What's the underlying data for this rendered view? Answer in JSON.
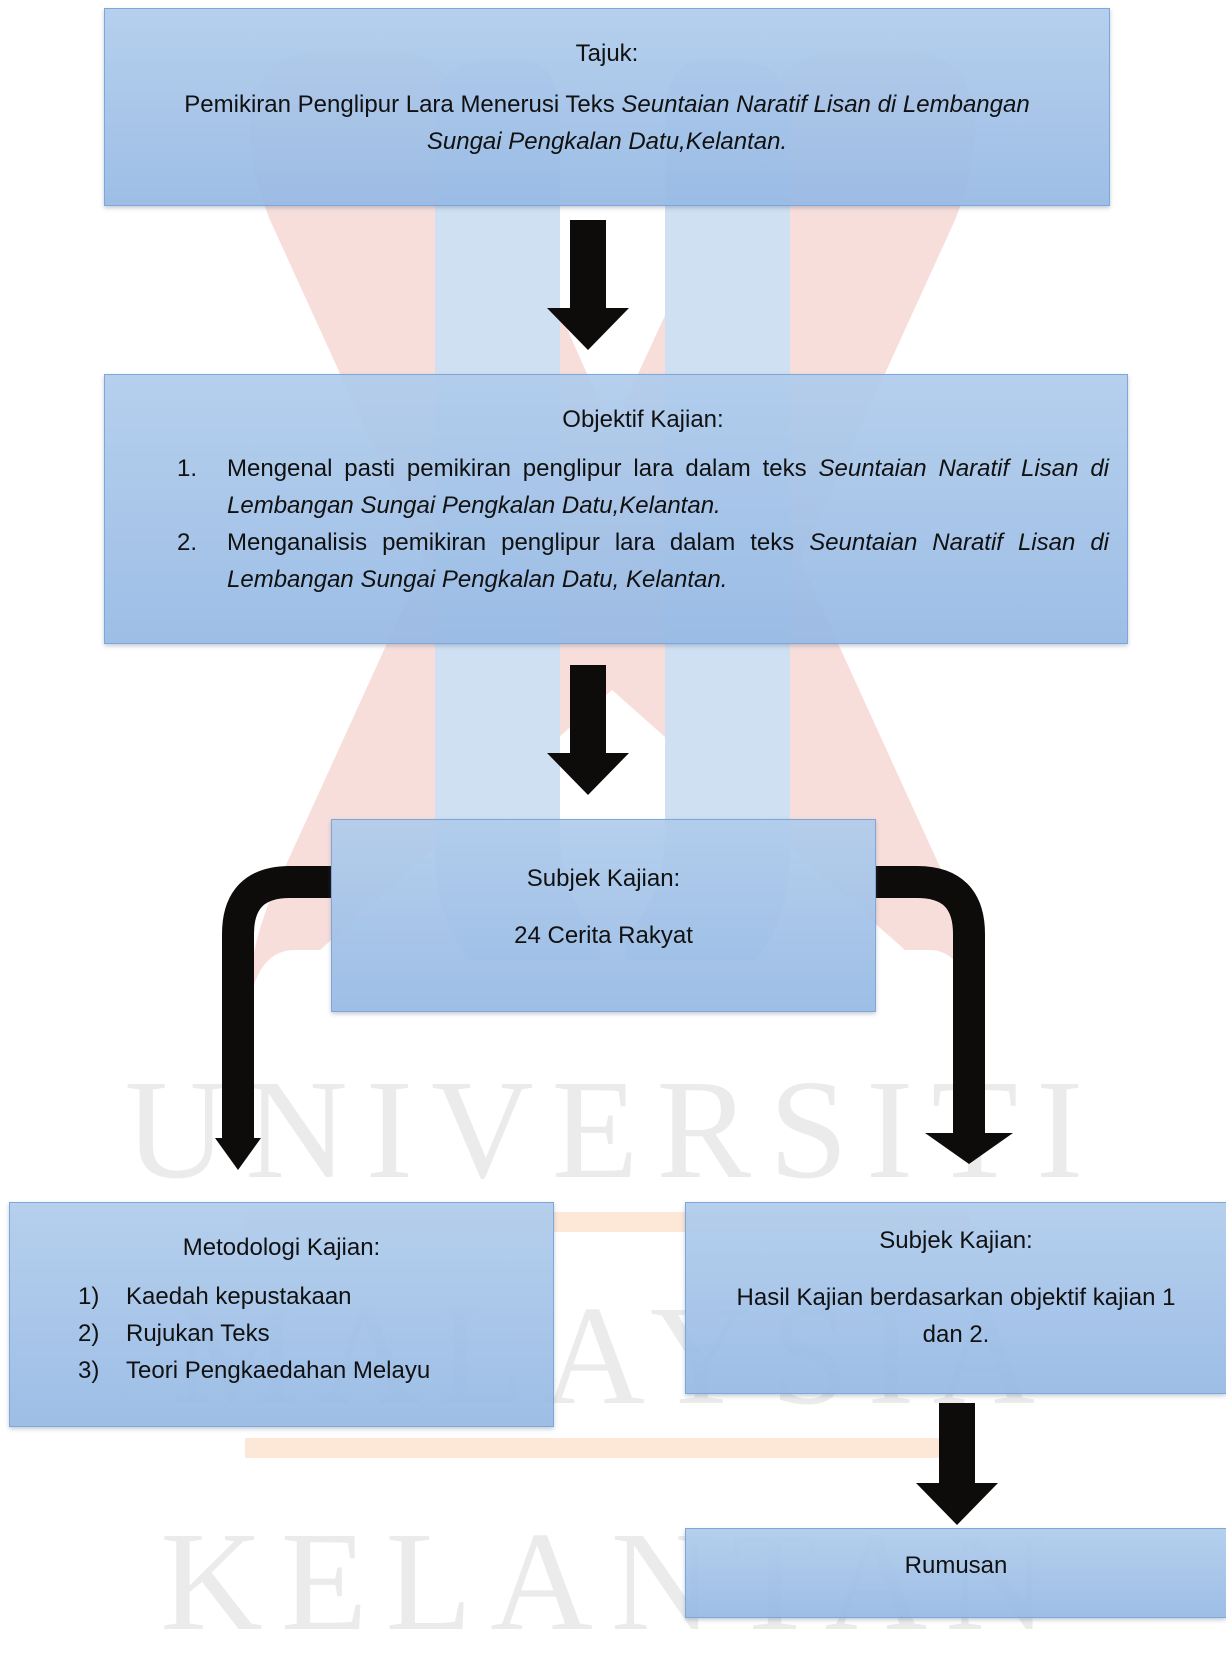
{
  "watermark": {
    "lines": [
      "UNIVERSITI",
      "MALAYSIA",
      "KELANTAN"
    ],
    "logo_colors": {
      "red": "#f6d3d1",
      "blue": "#d3e2f2",
      "orange": "#fbe5d2"
    }
  },
  "colors": {
    "box_fill": "#a9c6ea",
    "box_border": "#7fa6d8",
    "arrow": "#0e0b0b"
  },
  "tajuk": {
    "heading": "Tajuk:",
    "text_normal": "Pemikiran Penglipur Lara Menerusi Teks ",
    "text_italic": "Seuntaian Naratif Lisan di Lembangan Sungai Pengkalan Datu,Kelantan."
  },
  "objektif": {
    "heading": "Objektif Kajian:",
    "items": [
      {
        "num": "1.",
        "normal": "Mengenal pasti pemikiran penglipur lara dalam teks ",
        "italic": "Seuntaian Naratif Lisan di Lembangan Sungai Pengkalan Datu,Kelantan."
      },
      {
        "num": "2.",
        "normal": "Menganalisis pemikiran penglipur lara dalam teks ",
        "italic": "Seuntaian Naratif Lisan di Lembangan Sungai Pengkalan Datu, Kelantan."
      }
    ]
  },
  "subjek": {
    "heading": "Subjek Kajian:",
    "text": "24 Cerita Rakyat"
  },
  "metodologi": {
    "heading": "Metodologi Kajian:",
    "items": [
      {
        "num": "1)",
        "label": "Kaedah kepustakaan"
      },
      {
        "num": "2)",
        "label": "Rujukan Teks"
      },
      {
        "num": "3)",
        "label": "Teori Pengkaedahan Melayu"
      }
    ]
  },
  "hasil": {
    "heading": "Subjek Kajian:",
    "text": "Hasil Kajian berdasarkan objektif kajian 1 dan 2."
  },
  "rumusan": {
    "heading": "Rumusan"
  }
}
